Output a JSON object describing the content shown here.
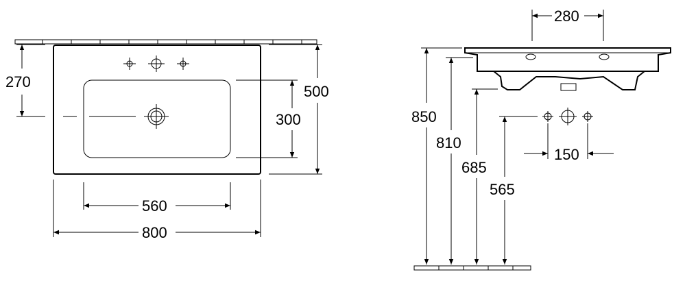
{
  "drawing": {
    "plan_view": {
      "depth_to_tap_mm": "270",
      "overall_depth_mm": "500",
      "bowl_depth_mm": "300",
      "bowl_width_mm": "560",
      "overall_width_mm": "800"
    },
    "side_view": {
      "tap_hole_spacing_top_mm": "280",
      "height_rim_mm": "850",
      "height_underside_mm": "810",
      "height_waste_mm": "685",
      "height_tap_holes_mm": "565",
      "tap_hole_spacing_mm": "150"
    }
  }
}
